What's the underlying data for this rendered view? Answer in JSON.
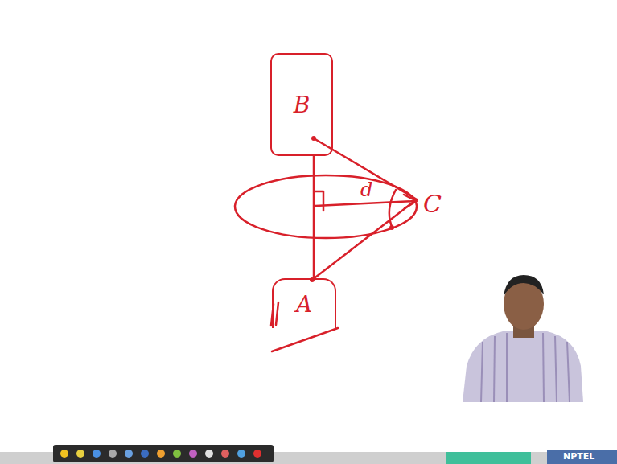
{
  "diagram": {
    "nodes": [
      {
        "text": [
          "B"
        ]
      },
      {
        "text": [
          "A"
        ]
      }
    ],
    "edges": [
      {
        "from": 0,
        "to": 1,
        "arrow": "none"
      }
    ],
    "labels": [
      "d",
      "C",
      "NPTEL"
    ]
  }
}
